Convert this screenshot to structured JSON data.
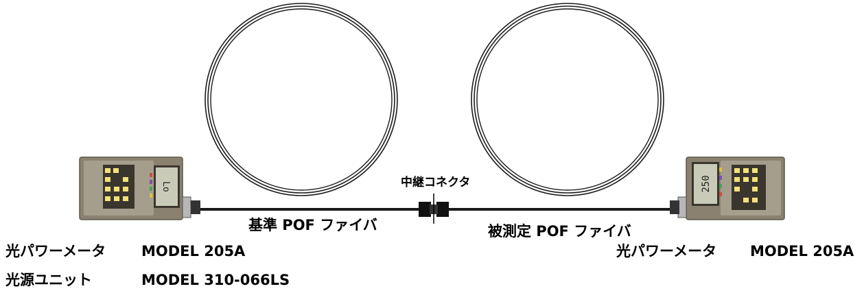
{
  "labels": {
    "connector": "中継コネクタ",
    "ref_fiber": "基準 POF ファイバ",
    "test_fiber": "被測定 POF ファイバ",
    "left_meter_name": "光パワーメータ",
    "left_meter_model": "MODEL 205A",
    "light_source_name": "光源ユニット",
    "light_source_model": "MODEL 310-066LS",
    "right_meter_name": "光パワーメータ",
    "right_meter_model": "MODEL 205A"
  },
  "displays": {
    "left": "Lo",
    "right": "250"
  },
  "colors": {
    "device_body": "#8a8171",
    "device_face": "#a59e8c",
    "button_yellow": "#f3e27a",
    "lcd": "#c9cbb8",
    "fiber": "#1a1a1a"
  }
}
